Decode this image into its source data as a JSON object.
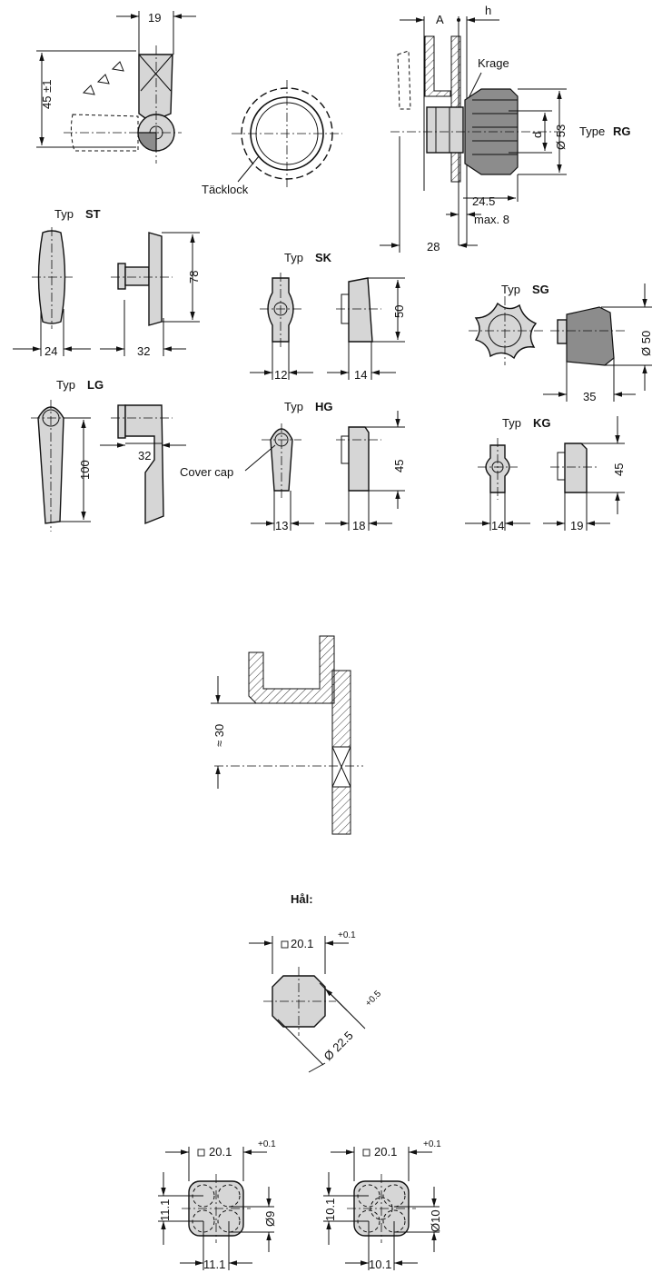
{
  "labels": {
    "tacklock": "Täcklock",
    "krage": "Krage",
    "cover_cap": "Cover cap",
    "A": "A",
    "h": "h",
    "d": "d",
    "type_rg_prefix": "Type",
    "type_rg": "RG",
    "typ": "Typ",
    "hal": "Hål:"
  },
  "types": {
    "st": "ST",
    "sk": "SK",
    "sg": "SG",
    "lg": "LG",
    "hg": "HG",
    "kg": "KG"
  },
  "dims": {
    "top_19": "19",
    "top_45": "45 ±1",
    "rg_53": "Ø 53",
    "rg_24_5": "24.5",
    "rg_max8": "max. 8",
    "rg_28": "28",
    "st_24": "24",
    "st_32": "32",
    "st_78": "78",
    "sk_12": "12",
    "sk_14": "14",
    "sk_50": "50",
    "sg_50": "Ø 50",
    "sg_35": "35",
    "lg_100": "100",
    "lg_32": "32",
    "hg_13": "13",
    "hg_18": "18",
    "hg_45": "45",
    "kg_14": "14",
    "kg_19": "19",
    "kg_45": "45",
    "bracket_30": "≈ 30",
    "hole_20_1": "20.1",
    "hole_tol_01": "+0.1",
    "hole_22_5": "Ø 22.5",
    "hole_tol_05": "+0.5",
    "h1_20_1": "20.1",
    "h1_tol": "+0.1",
    "h1_11_1_v": "11.1",
    "h1_11_1_h": "11.1",
    "h1_9": "Ø9",
    "h2_20_1": "20.1",
    "h2_tol": "+0.1",
    "h2_10_1_v": "10.1",
    "h2_10_1_h": "10.1",
    "h2_10": "Ø10"
  }
}
